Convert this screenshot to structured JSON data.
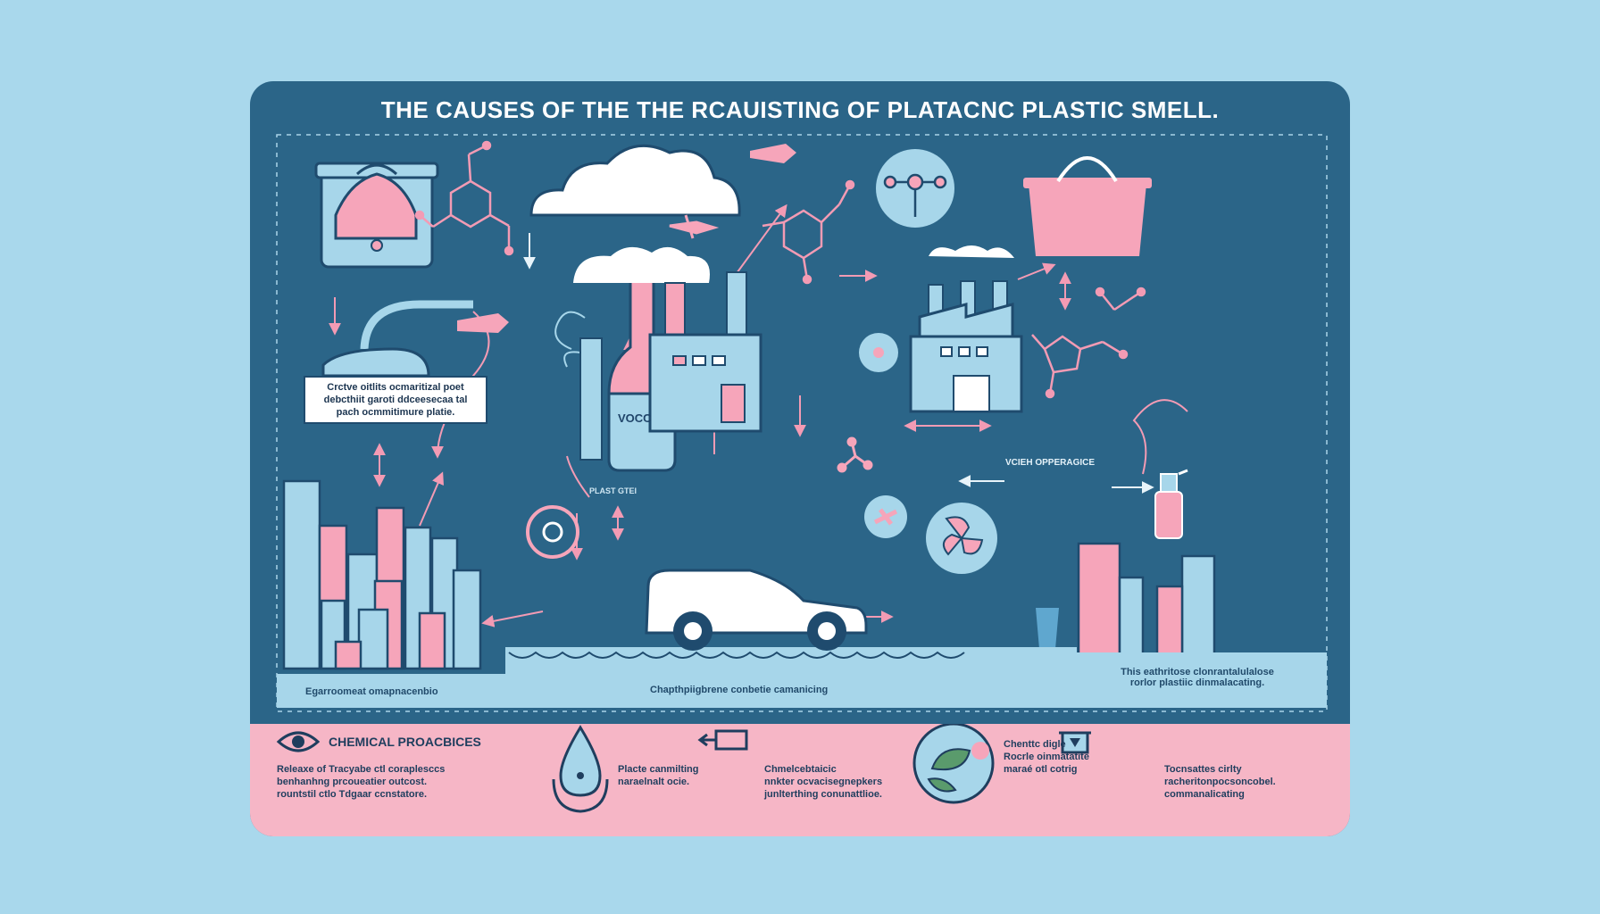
{
  "title": "THE CAUSES OF THE  THE RCAUISTING OF PLATACNC PLASTIC SMELL.",
  "labels": {
    "vocc": "VOCC",
    "plast": "PLAST GTEI",
    "voter_off": "VCIEH OPPERAGICE",
    "note_left": [
      "Crctve oitlits ocmaritizal poet",
      "debcthiit garoti ddceesecaa tal",
      "pach ocmmitimure platie."
    ],
    "ground_left": "Egarroomeat omapnacenbio",
    "ground_mid": "Chapthpiigbrene conbetie camanicing",
    "ground_right": [
      "This eathritose clonrantalulalose",
      "rorlor plastiic dinmalacating."
    ]
  },
  "bottom": {
    "col1_head": "CHEMICAL PROACBICES",
    "col1_text": [
      "Releaxe of Tracyabe ctl coraplesccs",
      "benhanhng prcoueatier outcost.",
      "rountstil ctlo Tdgaar ccnstatore."
    ],
    "col2_text": [
      "Placte canmilting",
      "naraelnalt ocie."
    ],
    "col3_text": [
      "Chmelcebtaicic",
      "nnkter ocvacisegnepkers",
      "junlterthing conunattlioe."
    ],
    "col4_text": [
      "Chenttc digle",
      "Rocrle oinmatatite",
      "maraé otl cotrig"
    ],
    "col5_text": [
      "Tocnsattes cirlty",
      "racheritonpocsoncobel.",
      "commanalicating"
    ]
  },
  "colors": {
    "background": "#a9d8ec",
    "card": "#2b6588",
    "light_blue": "#9fd0e6",
    "pink": "#f6b6c6",
    "outline": "#1f4b6e"
  }
}
